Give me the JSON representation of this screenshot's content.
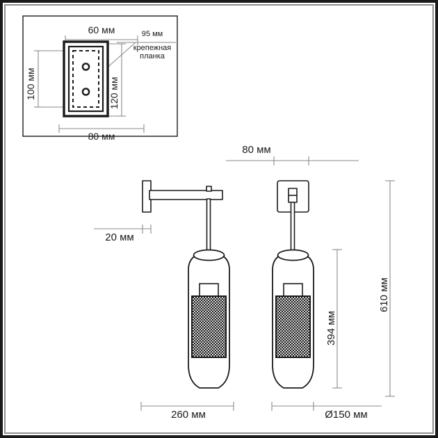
{
  "drawing": {
    "title": "Wall lamp technical dimension drawing",
    "units": "mm",
    "line_color": "#1a1a1a",
    "dim_line_color": "#8a8a8a",
    "background": "#ffffff",
    "frame_color": "#1a1a1a"
  },
  "inset_mounting_plate": {
    "name": "mounting-plate-detail",
    "callout_dimension": "95 мм",
    "callout_label_line1": "крепежная",
    "callout_label_line2": "планка",
    "dim_top": "60 мм",
    "dim_bottom": "80 мм",
    "dim_left": "100 мм",
    "dim_right": "120 мм",
    "hole_count": 2
  },
  "side_view": {
    "name": "side-view",
    "dim_projection": "20 мм",
    "dim_width": "260 мм"
  },
  "front_view": {
    "name": "front-view",
    "dim_plate_width": "80 мм",
    "dim_shade_diameter": "Ø150 мм",
    "dim_drop": "394 мм"
  },
  "overall": {
    "name": "overall-height",
    "dim_height": "610 мм"
  }
}
